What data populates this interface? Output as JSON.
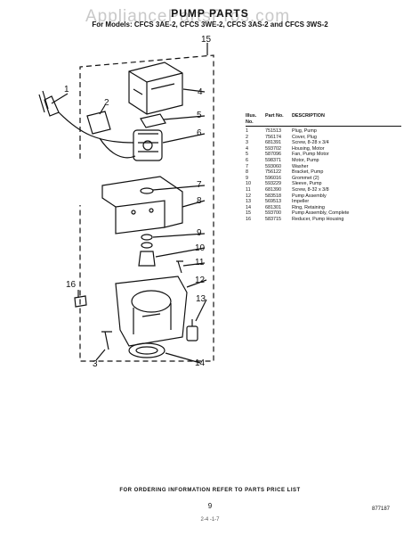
{
  "watermark": "AppliancePartsPros.com",
  "title": "PUMP PARTS",
  "subtitle": "For Models: CFCS 3AE-2, CFCS 3WE-2, CFCS 3AS-2 and CFCS 3WS-2",
  "callouts": [
    "1",
    "2",
    "3",
    "4",
    "5",
    "6",
    "7",
    "8",
    "9",
    "10",
    "11",
    "12",
    "13",
    "14",
    "15",
    "16"
  ],
  "parts_table": {
    "headers": {
      "illus": "Illus. No.",
      "part": "Part No.",
      "desc": "DESCRIPTION"
    },
    "rows": [
      {
        "illus": "1",
        "part": "751513",
        "desc": "Plug, Pump"
      },
      {
        "illus": "2",
        "part": "756174",
        "desc": "Cover, Plug"
      },
      {
        "illus": "3",
        "part": "681391",
        "desc": "Screw, 8-28 x 3/4"
      },
      {
        "illus": "4",
        "part": "593702",
        "desc": "Housing, Motor"
      },
      {
        "illus": "5",
        "part": "587096",
        "desc": "Fan, Pump Motor"
      },
      {
        "illus": "6",
        "part": "598371",
        "desc": "Motor, Pump"
      },
      {
        "illus": "7",
        "part": "593060",
        "desc": "Washer"
      },
      {
        "illus": "8",
        "part": "756122",
        "desc": "Bracket, Pump"
      },
      {
        "illus": "9",
        "part": "596016",
        "desc": "Grommet (2)"
      },
      {
        "illus": "10",
        "part": "593229",
        "desc": "Sleeve, Pump"
      },
      {
        "illus": "11",
        "part": "681390",
        "desc": "Screw, 8-32 x 3/8"
      },
      {
        "illus": "12",
        "part": "583518",
        "desc": "Pump Assembly"
      },
      {
        "illus": "13",
        "part": "569513",
        "desc": "Impeller"
      },
      {
        "illus": "14",
        "part": "681301",
        "desc": "Ring, Retaining"
      },
      {
        "illus": "15",
        "part": "593700",
        "desc": "Pump Assembly, Complete"
      },
      {
        "illus": "16",
        "part": "583715",
        "desc": "Reducer, Pump Housing"
      }
    ]
  },
  "footer": "FOR ORDERING INFORMATION REFER TO PARTS PRICE LIST",
  "page_number": "9",
  "doc_id": "877187",
  "bottom_mark": "2-4 -1-7"
}
